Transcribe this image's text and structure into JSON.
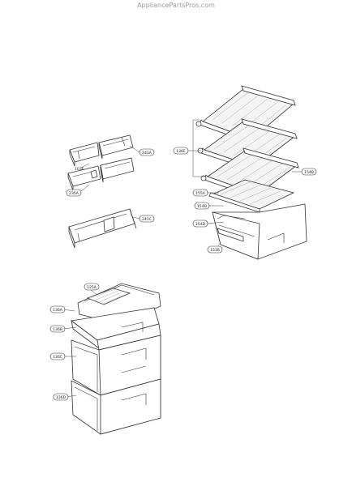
{
  "watermark": "AppliancePartsPros.com",
  "part_labels": {
    "l241A": "241A",
    "l103F": "103F",
    "l235A": "235A",
    "l241C": "241C",
    "l136E": "136E",
    "l154B": "154B",
    "l155A": "155A",
    "l154D_1": "154D",
    "l154D_2": "154D",
    "l151B": "151B",
    "l125A": "125A",
    "l136A": "136A",
    "l136B": "136B",
    "l136C": "136C",
    "l136D": "136D"
  }
}
